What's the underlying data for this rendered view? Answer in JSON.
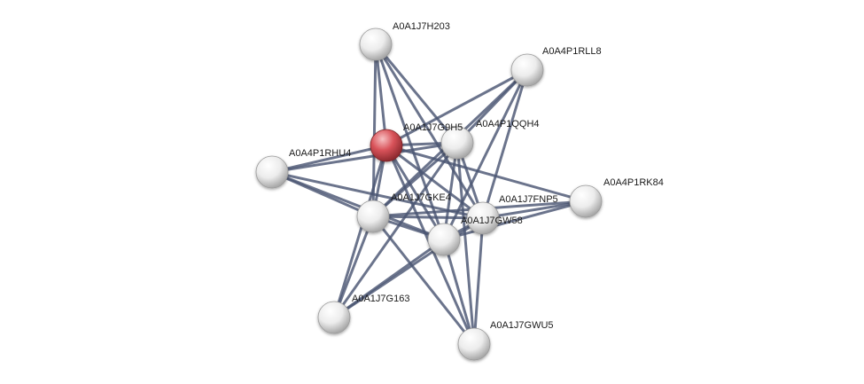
{
  "network": {
    "nodes": [
      {
        "id": "A0A1J7H203",
        "label": "A0A1J7H203",
        "color": "white"
      },
      {
        "id": "A0A4P1RLL8",
        "label": "A0A4P1RLL8",
        "color": "white"
      },
      {
        "id": "A0A1J7G9H5",
        "label": "A0A1J7G9H5",
        "color": "#d9535a",
        "query": true
      },
      {
        "id": "A0A4P1QQH4",
        "label": "A0A4P1QQH4",
        "color": "white"
      },
      {
        "id": "A0A4P1RHU4",
        "label": "A0A4P1RHU4",
        "color": "white"
      },
      {
        "id": "A0A4P1RK84",
        "label": "A0A4P1RK84",
        "color": "white"
      },
      {
        "id": "A0A1J7GKE4",
        "label": "A0A1J7GKE4",
        "color": "white"
      },
      {
        "id": "A0A1J7FNP5",
        "label": "A0A1J7FNP5",
        "color": "white"
      },
      {
        "id": "A0A1J7GW58",
        "label": "A0A1J7GW58",
        "color": "white"
      },
      {
        "id": "A0A1J7G163",
        "label": "A0A1J7G163",
        "color": "white"
      },
      {
        "id": "A0A1J7GWU5",
        "label": "A0A1J7GWU5",
        "color": "white"
      }
    ],
    "edges": [
      [
        "A0A1J7H203",
        "A0A1J7G9H5"
      ],
      [
        "A0A1J7H203",
        "A0A4P1QQH4"
      ],
      [
        "A0A1J7H203",
        "A0A1J7GKE4"
      ],
      [
        "A0A1J7H203",
        "A0A1J7FNP5"
      ],
      [
        "A0A1J7H203",
        "A0A1J7GW58"
      ],
      [
        "A0A4P1RLL8",
        "A0A1J7G9H5"
      ],
      [
        "A0A4P1RLL8",
        "A0A4P1QQH4"
      ],
      [
        "A0A4P1RLL8",
        "A0A1J7GKE4"
      ],
      [
        "A0A4P1RLL8",
        "A0A1J7FNP5"
      ],
      [
        "A0A4P1RLL8",
        "A0A1J7GW58"
      ],
      [
        "A0A1J7G9H5",
        "A0A4P1QQH4"
      ],
      [
        "A0A1J7G9H5",
        "A0A4P1RHU4"
      ],
      [
        "A0A1J7G9H5",
        "A0A4P1RK84"
      ],
      [
        "A0A1J7G9H5",
        "A0A1J7GKE4"
      ],
      [
        "A0A1J7G9H5",
        "A0A1J7FNP5"
      ],
      [
        "A0A1J7G9H5",
        "A0A1J7GW58"
      ],
      [
        "A0A1J7G9H5",
        "A0A1J7G163"
      ],
      [
        "A0A1J7G9H5",
        "A0A1J7GWU5"
      ],
      [
        "A0A4P1QQH4",
        "A0A4P1RHU4"
      ],
      [
        "A0A4P1QQH4",
        "A0A1J7GKE4"
      ],
      [
        "A0A4P1QQH4",
        "A0A1J7FNP5"
      ],
      [
        "A0A4P1QQH4",
        "A0A1J7GW58"
      ],
      [
        "A0A4P1QQH4",
        "A0A1J7G163"
      ],
      [
        "A0A4P1QQH4",
        "A0A1J7GWU5"
      ],
      [
        "A0A4P1RHU4",
        "A0A1J7GKE4"
      ],
      [
        "A0A4P1RHU4",
        "A0A1J7FNP5"
      ],
      [
        "A0A4P1RHU4",
        "A0A1J7GW58"
      ],
      [
        "A0A4P1RK84",
        "A0A1J7GKE4"
      ],
      [
        "A0A4P1RK84",
        "A0A1J7FNP5"
      ],
      [
        "A0A4P1RK84",
        "A0A1J7GW58"
      ],
      [
        "A0A1J7GKE4",
        "A0A1J7FNP5"
      ],
      [
        "A0A1J7GKE4",
        "A0A1J7GW58"
      ],
      [
        "A0A1J7GKE4",
        "A0A1J7G163"
      ],
      [
        "A0A1J7GKE4",
        "A0A1J7GWU5"
      ],
      [
        "A0A1J7FNP5",
        "A0A1J7GW58"
      ],
      [
        "A0A1J7FNP5",
        "A0A1J7G163"
      ],
      [
        "A0A1J7FNP5",
        "A0A1J7GWU5"
      ],
      [
        "A0A1J7GW58",
        "A0A1J7G163"
      ],
      [
        "A0A1J7GW58",
        "A0A1J7GWU5"
      ]
    ]
  }
}
